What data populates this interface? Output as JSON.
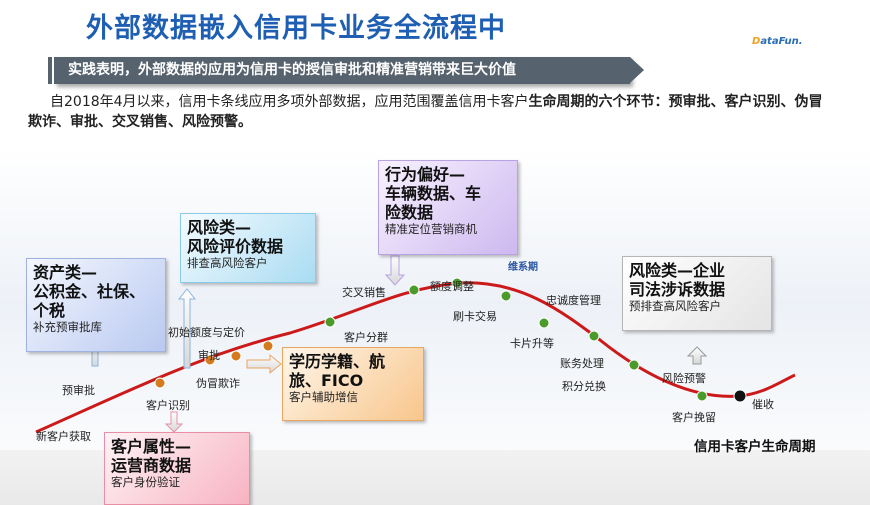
{
  "title": "外部数据嵌入信用卡业务全流程中",
  "logo": {
    "prefix": "D",
    "rest": "ataFun."
  },
  "banner": "实践表明，外部数据的应用为信用卡的授信审批和精准营销带来巨大价值",
  "intro": {
    "plain": "自2018年4月以来，信用卡条线应用多项外部数据，应用范围覆盖信用卡客户",
    "bold1": "生命周期的六个环节：预审批、客户识别、伪冒欺诈、审批、交叉销售、风险预警。"
  },
  "stages": [
    "新客户获取",
    "预审批",
    "客户识别",
    "伪冒欺诈",
    "审批",
    "初始额度与定价",
    "客户分群",
    "交叉销售",
    "额度调整",
    "刷卡交易",
    "维系期",
    "忠诚度管理",
    "卡片升等",
    "账务处理",
    "积分兑换",
    "风险预警",
    "客户挽留",
    "催收"
  ],
  "boxes": {
    "asset": {
      "head": "资产类—\n公积金、社保、\n个税",
      "sub": "补充预审批库"
    },
    "risk": {
      "head": "风险类—\n风险评价数据",
      "sub": "排查高风险客户"
    },
    "behavior": {
      "head": "行为偏好—\n车辆数据、车\n险数据",
      "sub": "精准定位营销商机"
    },
    "education": {
      "head": "学历学籍、航\n旅、FICO",
      "sub": "客户辅助增信"
    },
    "customer": {
      "head": "客户属性—\n运营商数据",
      "sub": "客户身份验证"
    },
    "legal": {
      "head": "风险类—企业\n司法涉诉数据",
      "sub": "预排查高风险客户"
    }
  },
  "caption": "信用卡客户生命周期",
  "colors": {
    "title": "#1f5fb3",
    "curve": "#cc1a1a",
    "dot": "#4a9b2a",
    "banner": "#56626d"
  }
}
